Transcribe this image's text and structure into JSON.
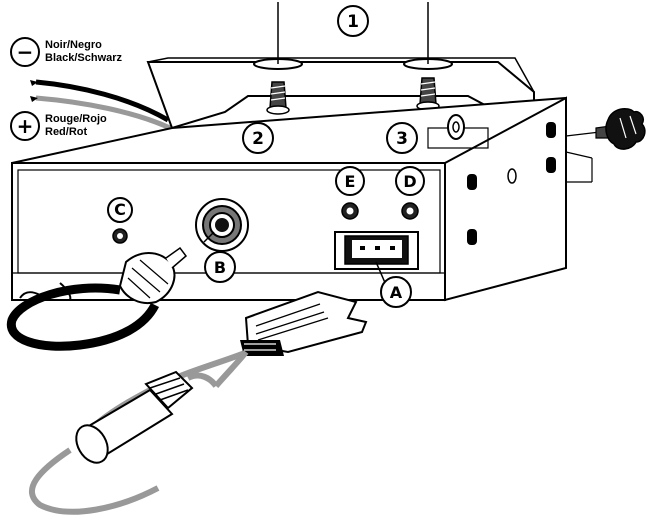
{
  "legend": {
    "negative": {
      "symbol": "−",
      "line1": "Noir/Negro",
      "line2": "Black/Schwarz"
    },
    "positive": {
      "symbol": "+",
      "line1": "Rouge/Rojo",
      "line2": "Red/Rot"
    }
  },
  "callouts": {
    "one": "1",
    "two": "2",
    "three": "3",
    "a": "A",
    "b": "B",
    "c": "C",
    "d": "D",
    "e": "E"
  }
}
